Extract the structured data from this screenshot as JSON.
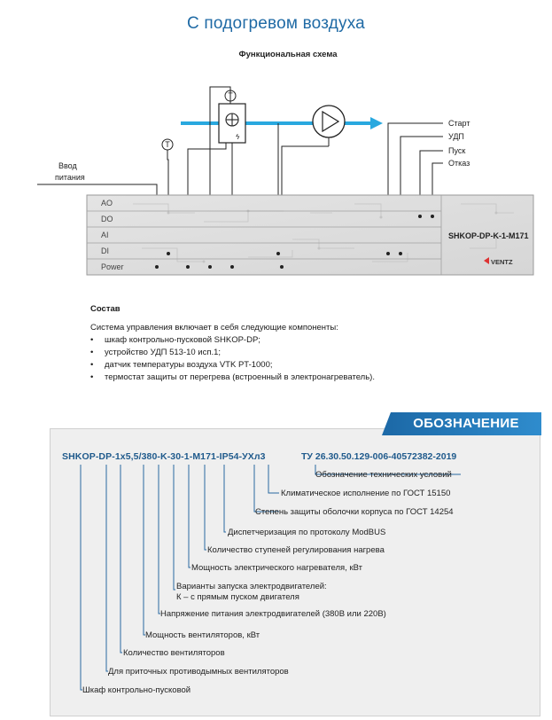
{
  "header": {
    "title": "С подогревом воздуха",
    "subtitle": "Функциональная схема"
  },
  "diagram": {
    "sensor_label": "T",
    "power_input_label_line1": "Ввод",
    "power_input_label_line2": "питания",
    "signal_labels": [
      "Старт",
      "УДП",
      "Пуск",
      "Отказ"
    ],
    "rows": [
      "AO",
      "DO",
      "AI",
      "DI",
      "Power"
    ],
    "cabinet_model": "SHKOP-DP-K-1-M171",
    "brand": "VENTZ"
  },
  "composition": {
    "heading": "Состав",
    "intro": "Система управления включает в себя следующие компоненты:",
    "bullet": "•",
    "items": [
      "шкаф контрольно-пусковой SHKOP-DP;",
      "устройство УДП 513-10 исп.1;",
      "датчик температуры воздуха VTK PT-1000;",
      "термостат защиты от перегрева (встроенный в электронагреватель)."
    ]
  },
  "designation": {
    "banner": "ОБОЗНАЧЕНИЕ",
    "code": "SHKOP-DP-1х5,5/380-K-30-1-M171-IP54-УХл3",
    "tu": "ТУ 26.30.50.129-006-40572382-2019",
    "descriptions": [
      "Обозначение технических условий",
      "Климатическое исполнение по ГОСТ 15150",
      "Степень защиты оболочки корпуса по ГОСТ 14254",
      "Диспетчеризация по протоколу ModBUS",
      "Количество ступеней регулирования нагрева",
      "Мощность электрического нагревателя, кВт",
      "Варианты запуска электродвигателей:",
      "К – с прямым пуском двигателя",
      "Напряжение питания электродвигателей (380В или 220В)",
      "Мощность вентиляторов, кВт",
      "Количество вентиляторов",
      "Для приточных противодымных вентиляторов",
      "Шкаф контрольно-пусковой"
    ]
  }
}
